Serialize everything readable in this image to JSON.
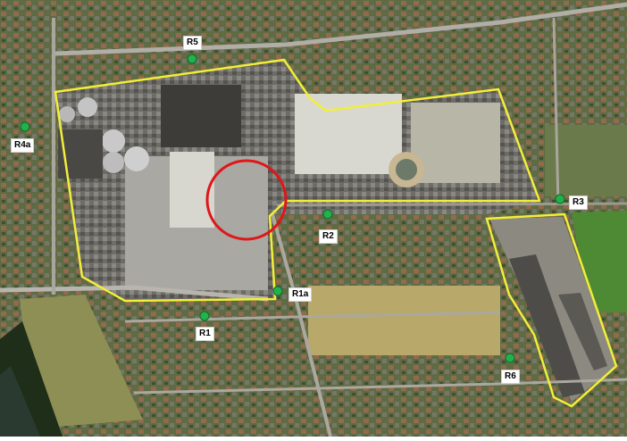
{
  "map": {
    "receptors": [
      {
        "id": "R1",
        "label": "R1"
      },
      {
        "id": "R1a",
        "label": "R1a"
      },
      {
        "id": "R2",
        "label": "R2"
      },
      {
        "id": "R3",
        "label": "R3"
      },
      {
        "id": "R4a",
        "label": "R4a"
      },
      {
        "id": "R5",
        "label": "R5"
      },
      {
        "id": "R6",
        "label": "R6"
      }
    ],
    "colors": {
      "boundary": "#f2ee3a",
      "source_circle": "#e0161a",
      "marker": "#22b14c",
      "label_bg": "#ffffff"
    }
  }
}
